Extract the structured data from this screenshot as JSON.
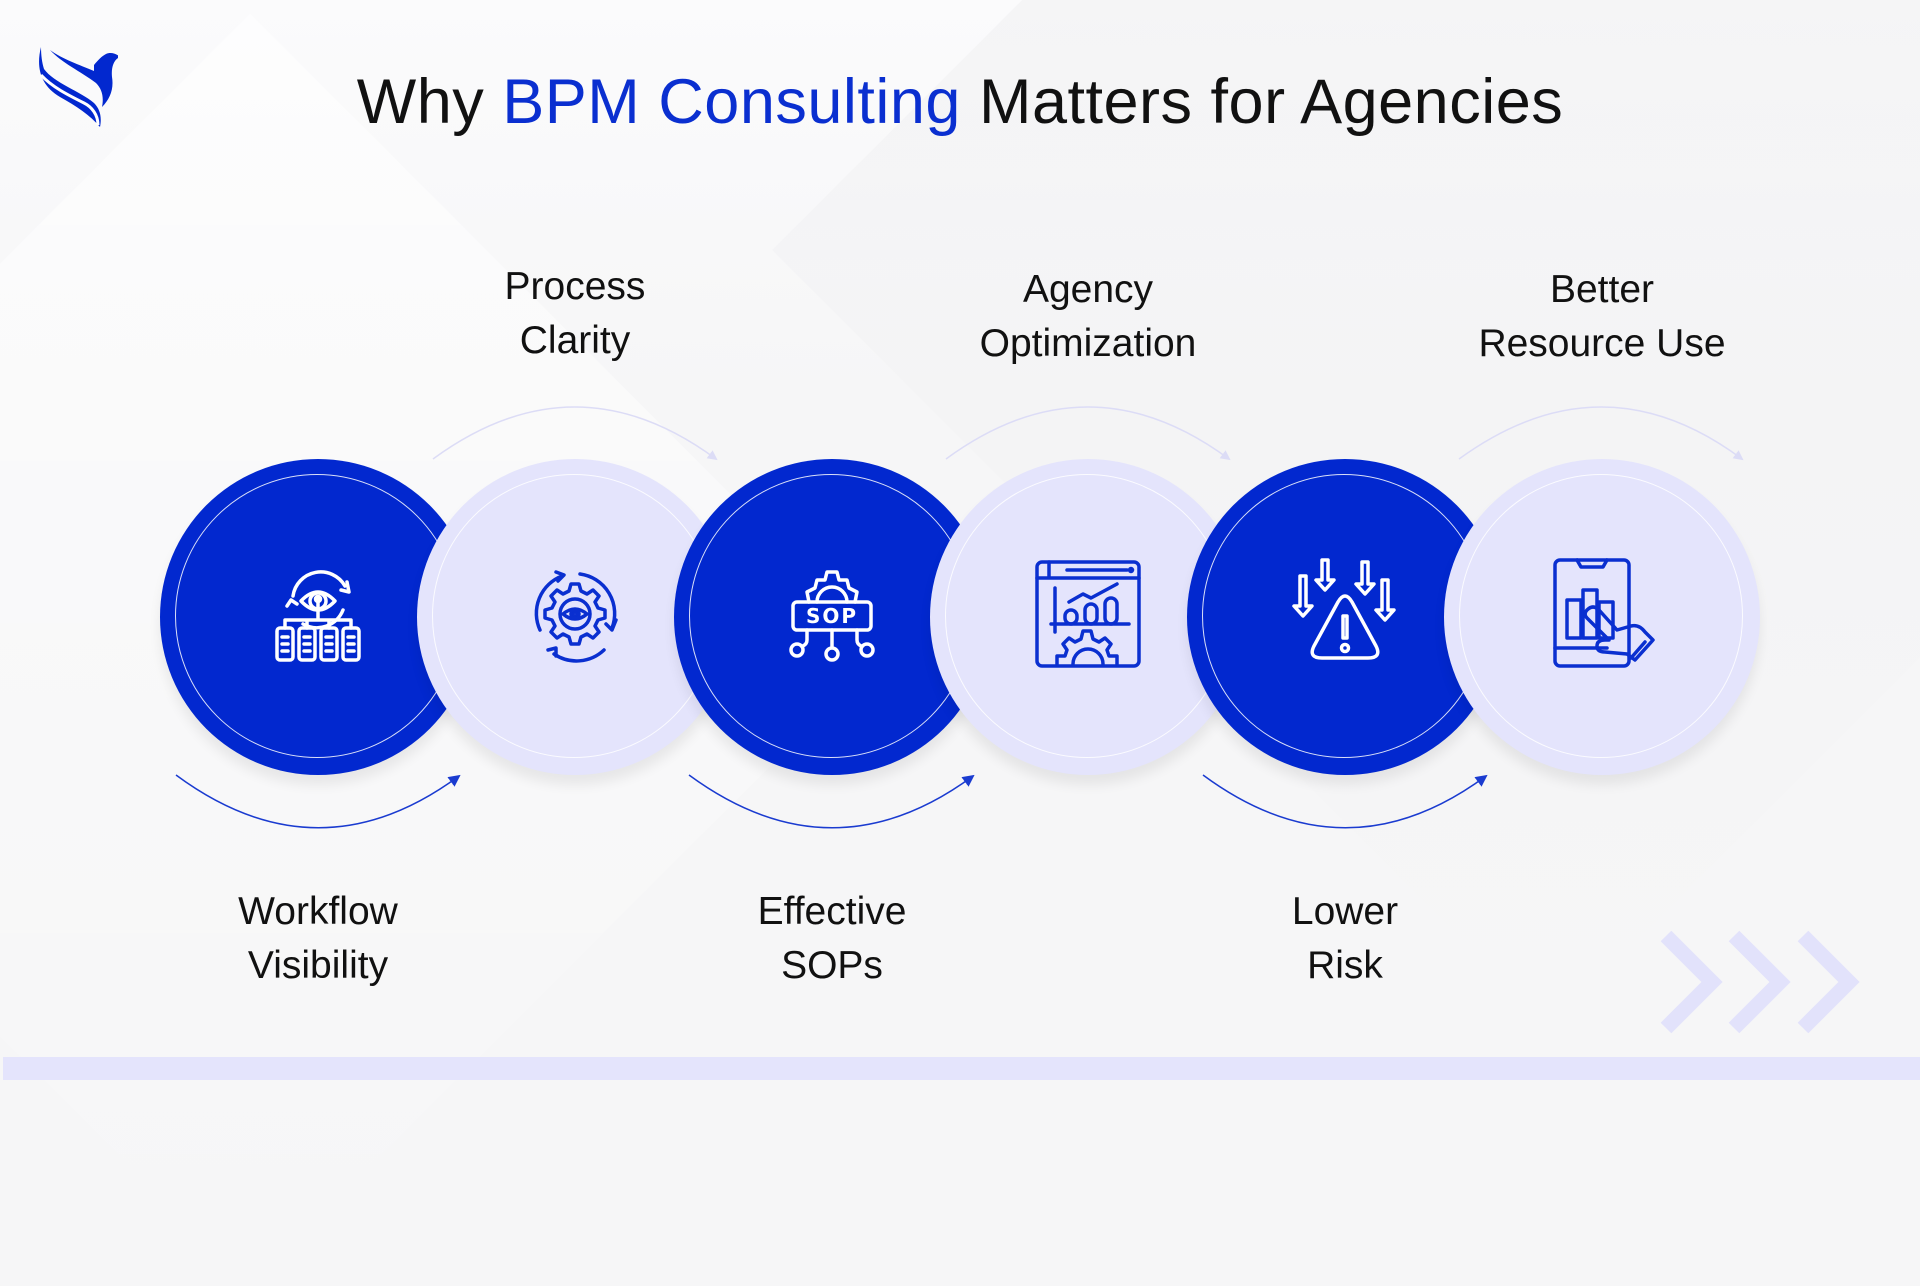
{
  "title": {
    "prefix": "Why ",
    "accent": "BPM Consulting",
    "suffix": " Matters for Agencies"
  },
  "colors": {
    "brand_blue": "#0228cf",
    "title_accent": "#0a2fd0",
    "light_circle": "#e4e4fc",
    "background": "#f6f6f7",
    "top_arc": "#dcdcf6",
    "bottom_arc": "#1a3bd0"
  },
  "logo": {
    "icon": "eagle-wing-logo"
  },
  "steps": [
    {
      "id": 1,
      "style": "dark",
      "icon": "eye-workflow-hierarchy-icon",
      "label_line1": "Workflow",
      "label_line2": "Visibility",
      "label_position": "bottom"
    },
    {
      "id": 2,
      "style": "light",
      "icon": "gear-eye-cycle-icon",
      "label_line1": "Process",
      "label_line2": "Clarity",
      "label_position": "top"
    },
    {
      "id": 3,
      "style": "dark",
      "icon": "sop-gear-network-icon",
      "label_line1": "Effective",
      "label_line2": "SOPs",
      "label_position": "bottom",
      "icon_text": "SOP"
    },
    {
      "id": 4,
      "style": "light",
      "icon": "dashboard-chart-gear-icon",
      "label_line1": "Agency",
      "label_line2": "Optimization",
      "label_position": "top"
    },
    {
      "id": 5,
      "style": "dark",
      "icon": "warning-down-arrows-icon",
      "label_line1": "Lower",
      "label_line2": "Risk",
      "label_position": "bottom"
    },
    {
      "id": 6,
      "style": "light",
      "icon": "tablet-chart-hand-icon",
      "label_line1": "Better",
      "label_line2": "Resource Use",
      "label_position": "top"
    }
  ],
  "decorations": {
    "chevrons": 3,
    "bottom_bar": true
  }
}
